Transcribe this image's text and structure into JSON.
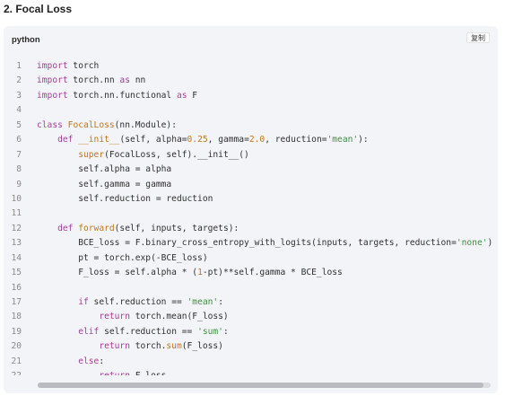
{
  "heading": "2. Focal Loss",
  "code_block": {
    "language": "python",
    "copy_label": "复制",
    "scroll_fraction_visible": 0.985,
    "lines": [
      {
        "n": "1",
        "tokens": [
          [
            "kw",
            "import"
          ],
          [
            "t",
            " torch"
          ]
        ]
      },
      {
        "n": "2",
        "tokens": [
          [
            "kw",
            "import"
          ],
          [
            "t",
            " torch.nn "
          ],
          [
            "kw",
            "as"
          ],
          [
            "t",
            " nn"
          ]
        ]
      },
      {
        "n": "3",
        "tokens": [
          [
            "kw",
            "import"
          ],
          [
            "t",
            " torch.nn.functional "
          ],
          [
            "kw",
            "as"
          ],
          [
            "t",
            " F"
          ]
        ]
      },
      {
        "n": "4",
        "tokens": []
      },
      {
        "n": "5",
        "tokens": [
          [
            "kw",
            "class"
          ],
          [
            "t",
            " "
          ],
          [
            "cls",
            "FocalLoss"
          ],
          [
            "t",
            "(nn.Module):"
          ]
        ]
      },
      {
        "n": "6",
        "tokens": [
          [
            "t",
            "    "
          ],
          [
            "kw",
            "def"
          ],
          [
            "t",
            " "
          ],
          [
            "fn",
            "__init__"
          ],
          [
            "t",
            "(self, alpha="
          ],
          [
            "num",
            "0.25"
          ],
          [
            "t",
            ", gamma="
          ],
          [
            "num",
            "2.0"
          ],
          [
            "t",
            ", reduction="
          ],
          [
            "str",
            "'mean'"
          ],
          [
            "t",
            "):"
          ]
        ]
      },
      {
        "n": "7",
        "tokens": [
          [
            "t",
            "        "
          ],
          [
            "fn",
            "super"
          ],
          [
            "t",
            "(FocalLoss, self).__init__()"
          ]
        ]
      },
      {
        "n": "8",
        "tokens": [
          [
            "t",
            "        self.alpha = alpha"
          ]
        ]
      },
      {
        "n": "9",
        "tokens": [
          [
            "t",
            "        self.gamma = gamma"
          ]
        ]
      },
      {
        "n": "10",
        "tokens": [
          [
            "t",
            "        self.reduction = reduction"
          ]
        ]
      },
      {
        "n": "11",
        "tokens": []
      },
      {
        "n": "12",
        "tokens": [
          [
            "t",
            "    "
          ],
          [
            "kw",
            "def"
          ],
          [
            "t",
            " "
          ],
          [
            "fn",
            "forward"
          ],
          [
            "t",
            "(self, inputs, targets):"
          ]
        ]
      },
      {
        "n": "13",
        "tokens": [
          [
            "t",
            "        BCE_loss = F.binary_cross_entropy_with_logits(inputs, targets, reduction="
          ],
          [
            "str",
            "'none'"
          ],
          [
            "t",
            ")"
          ]
        ]
      },
      {
        "n": "14",
        "tokens": [
          [
            "t",
            "        pt = torch.exp(-BCE_loss)"
          ]
        ]
      },
      {
        "n": "15",
        "tokens": [
          [
            "t",
            "        F_loss = self.alpha * ("
          ],
          [
            "num",
            "1"
          ],
          [
            "t",
            "-pt)**self.gamma * BCE_loss"
          ]
        ]
      },
      {
        "n": "16",
        "tokens": []
      },
      {
        "n": "17",
        "tokens": [
          [
            "t",
            "        "
          ],
          [
            "kw",
            "if"
          ],
          [
            "t",
            " self.reduction == "
          ],
          [
            "str",
            "'mean'"
          ],
          [
            "t",
            ":"
          ]
        ]
      },
      {
        "n": "18",
        "tokens": [
          [
            "t",
            "            "
          ],
          [
            "kw",
            "return"
          ],
          [
            "t",
            " torch.mean(F_loss)"
          ]
        ]
      },
      {
        "n": "19",
        "tokens": [
          [
            "t",
            "        "
          ],
          [
            "kw",
            "elif"
          ],
          [
            "t",
            " self.reduction == "
          ],
          [
            "str",
            "'sum'"
          ],
          [
            "t",
            ":"
          ]
        ]
      },
      {
        "n": "20",
        "tokens": [
          [
            "t",
            "            "
          ],
          [
            "kw",
            "return"
          ],
          [
            "t",
            " torch."
          ],
          [
            "fn",
            "sum"
          ],
          [
            "t",
            "(F_loss)"
          ]
        ]
      },
      {
        "n": "21",
        "tokens": [
          [
            "t",
            "        "
          ],
          [
            "kw",
            "else"
          ],
          [
            "t",
            ":"
          ]
        ]
      },
      {
        "n": "22",
        "tokens": [
          [
            "t",
            "            "
          ],
          [
            "kw",
            "return"
          ],
          [
            "t",
            " F_loss"
          ]
        ]
      }
    ]
  }
}
